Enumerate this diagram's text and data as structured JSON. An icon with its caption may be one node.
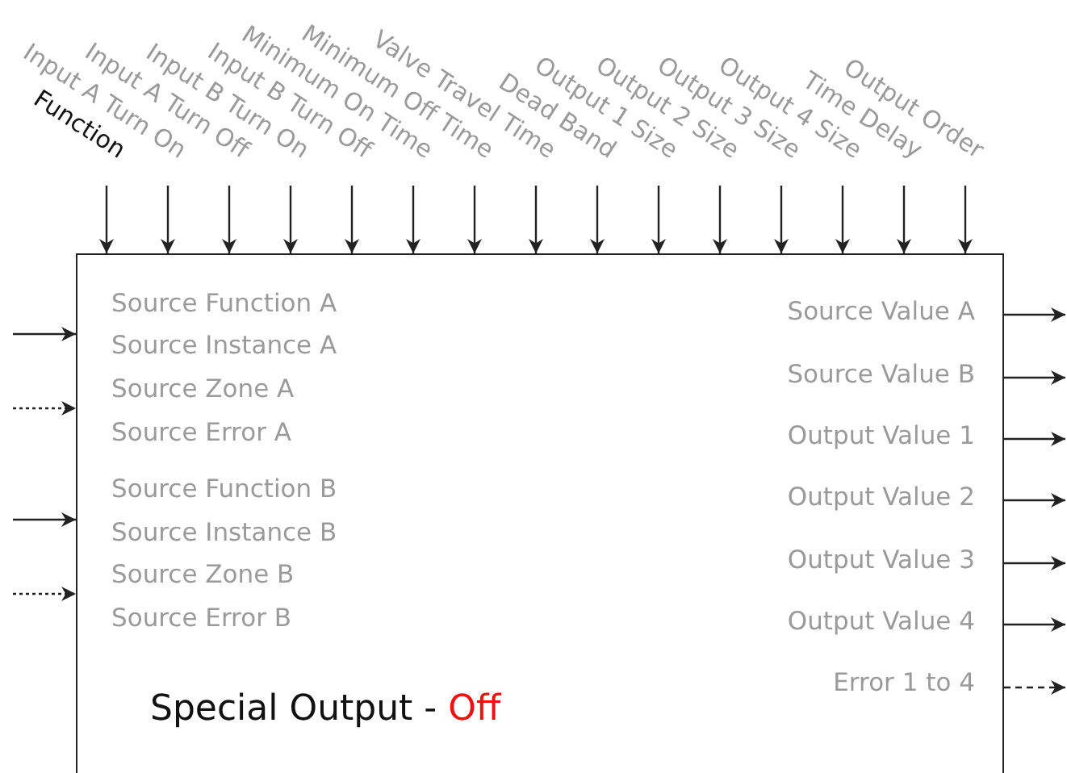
{
  "diagram": {
    "nodes": [
      {
        "text": [
          "Source Function A",
          "Source Instance A",
          "Source Zone A",
          "Source Error A",
          "Source Function B",
          "Source Instance B",
          "Source Zone B",
          "Source Error B",
          "Source Value A",
          "Source Value B",
          "Output Value 1",
          "Output Value 2",
          "Output Value 3",
          "Output Value 4",
          "Error 1 to 4",
          "Special Output -",
          "Off"
        ]
      },
      {
        "text": [
          "Function"
        ]
      },
      {
        "text": [
          "Input A Turn On"
        ]
      },
      {
        "text": [
          "Input A Turn Off"
        ]
      },
      {
        "text": [
          "Input B Turn On"
        ]
      },
      {
        "text": [
          "Input B Turn Off"
        ]
      },
      {
        "text": [
          "Minimum On Time"
        ]
      },
      {
        "text": [
          "Minimum Off Time"
        ]
      },
      {
        "text": [
          "Valve Travel Time"
        ]
      },
      {
        "text": [
          "Dead Band"
        ]
      },
      {
        "text": [
          "Output 1 Size"
        ]
      },
      {
        "text": [
          "Output 2 Size"
        ]
      },
      {
        "text": [
          "Output 3 Size"
        ]
      },
      {
        "text": [
          "Output 4 Size"
        ]
      },
      {
        "text": [
          "Time Delay"
        ]
      },
      {
        "text": [
          "Output Order"
        ]
      }
    ],
    "edges": [
      {
        "from": 1,
        "to": 0,
        "arrow": "to"
      },
      {
        "from": 2,
        "to": 0,
        "arrow": "to"
      },
      {
        "from": 3,
        "to": 0,
        "arrow": "to"
      },
      {
        "from": 4,
        "to": 0,
        "arrow": "to"
      },
      {
        "from": 5,
        "to": 0,
        "arrow": "to"
      },
      {
        "from": 6,
        "to": 0,
        "arrow": "to"
      },
      {
        "from": 7,
        "to": 0,
        "arrow": "to"
      },
      {
        "from": 8,
        "to": 0,
        "arrow": "to"
      },
      {
        "from": 9,
        "to": 0,
        "arrow": "to"
      },
      {
        "from": 10,
        "to": 0,
        "arrow": "to"
      },
      {
        "from": 11,
        "to": 0,
        "arrow": "to"
      },
      {
        "from": 12,
        "to": 0,
        "arrow": "to"
      },
      {
        "from": 13,
        "to": 0,
        "arrow": "to"
      },
      {
        "from": 14,
        "to": 0,
        "arrow": "to"
      },
      {
        "from": 15,
        "to": 0,
        "arrow": "to"
      },
      {
        "from": null,
        "to": 0,
        "arrow": "to"
      },
      {
        "from": null,
        "to": 0,
        "arrow": "to",
        "style": "dashed"
      },
      {
        "from": null,
        "to": 0,
        "arrow": "to"
      },
      {
        "from": null,
        "to": 0,
        "arrow": "to",
        "style": "dashed"
      },
      {
        "from": 0,
        "to": null,
        "arrow": "to"
      },
      {
        "from": 0,
        "to": null,
        "arrow": "to"
      },
      {
        "from": 0,
        "to": null,
        "arrow": "to"
      },
      {
        "from": 0,
        "to": null,
        "arrow": "to"
      },
      {
        "from": 0,
        "to": null,
        "arrow": "to"
      },
      {
        "from": 0,
        "to": null,
        "arrow": "to"
      },
      {
        "from": 0,
        "to": null,
        "arrow": "to",
        "style": "dashed"
      }
    ]
  }
}
